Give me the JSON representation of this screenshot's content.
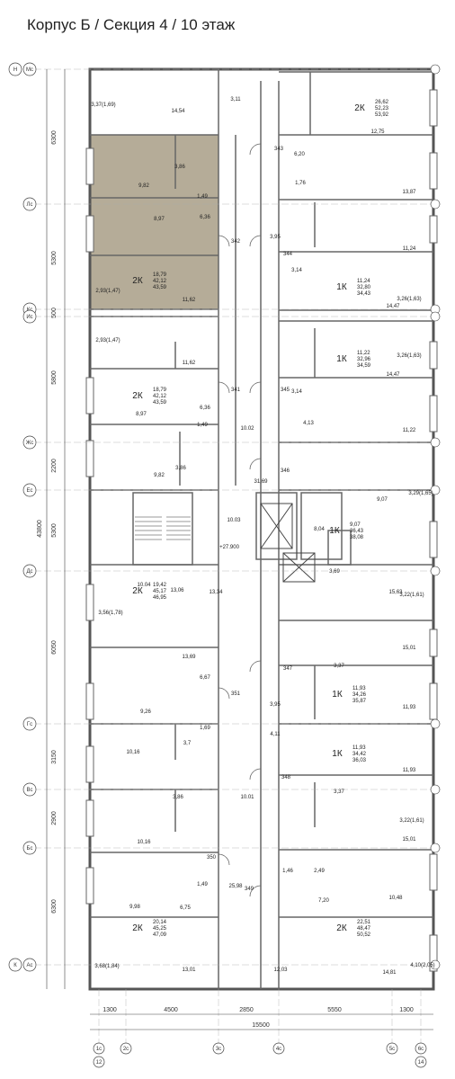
{
  "title": "Корпус Б / Секция 4 / 10 этаж",
  "colors": {
    "highlight": "#b5ac98",
    "walls": "#555555",
    "lines": "#888888",
    "background": "#ffffff"
  },
  "axes_rows": [
    {
      "id": "row-n",
      "left": "Н",
      "right": "Мс"
    },
    {
      "id": "row-l",
      "left": "",
      "right": "Лс"
    },
    {
      "id": "row-k",
      "left": "",
      "right": "Кс"
    },
    {
      "id": "row-i",
      "left": "",
      "right": "Ис"
    },
    {
      "id": "row-zh",
      "left": "",
      "right": "Жс"
    },
    {
      "id": "row-e",
      "left": "",
      "right": "Ес"
    },
    {
      "id": "row-d",
      "left": "",
      "right": "Дс"
    },
    {
      "id": "row-g",
      "left": "",
      "right": "Гс"
    },
    {
      "id": "row-v",
      "left": "",
      "right": "Вс"
    },
    {
      "id": "row-b",
      "left": "",
      "right": "Бс"
    },
    {
      "id": "row-a",
      "left": "К",
      "right": "Ас"
    }
  ],
  "axes_cols": [
    {
      "id": "c1",
      "top": "1с",
      "bottom": "12"
    },
    {
      "id": "c2",
      "top": "2с",
      "bottom": ""
    },
    {
      "id": "c3",
      "top": "3с",
      "bottom": ""
    },
    {
      "id": "c4",
      "top": "4с",
      "bottom": ""
    },
    {
      "id": "c5",
      "top": "5с",
      "bottom": ""
    },
    {
      "id": "c6",
      "top": "6с",
      "bottom": "14"
    }
  ],
  "dims_left": [
    "6300",
    "5300",
    "500",
    "5800",
    "2200",
    "5300",
    "6050",
    "3150",
    "2900",
    "6300"
  ],
  "dim_total": "43800",
  "dims_bottom": [
    "1300",
    "4500",
    "2850",
    "5550",
    "1300"
  ],
  "dim_bottom_total": "15500",
  "apartments": [
    {
      "id": "a1",
      "type": "2К",
      "areas": [
        "26,62",
        "52,23",
        "53,92"
      ]
    },
    {
      "id": "a2",
      "type": "1К",
      "areas": [
        "11,24",
        "32,80",
        "34,43"
      ]
    },
    {
      "id": "a3",
      "type": "2К",
      "areas": [
        "18,79",
        "42,12",
        "43,59"
      ]
    },
    {
      "id": "a4",
      "type": "1К",
      "areas": [
        "11,22",
        "32,96",
        "34,59"
      ]
    },
    {
      "id": "a5",
      "type": "2К",
      "areas": [
        "18,79",
        "42,12",
        "43,59"
      ]
    },
    {
      "id": "a6",
      "type": "1К",
      "areas": [
        "9,07",
        "36,43",
        "38,08"
      ]
    },
    {
      "id": "a7",
      "type": "2К",
      "areas": [
        "19,42",
        "45,17",
        "46,95"
      ]
    },
    {
      "id": "a8",
      "type": "1К",
      "areas": [
        "11,93",
        "34,26",
        "35,87"
      ]
    },
    {
      "id": "a9",
      "type": "1К",
      "areas": [
        "11,93",
        "34,42",
        "36,03"
      ]
    },
    {
      "id": "a10",
      "type": "2К",
      "areas": [
        "20,14",
        "45,25",
        "47,09"
      ]
    },
    {
      "id": "a11",
      "type": "2К",
      "areas": [
        "22,51",
        "48,47",
        "50,52"
      ]
    }
  ],
  "rooms": [
    "3,37(1,69)",
    "14,54",
    "3,11",
    "12,75",
    "13,87",
    "3,86",
    "9,82",
    "1,49",
    "6,36",
    "8,97",
    "342",
    "3,95",
    "343",
    "6,20",
    "1,76",
    "11,24",
    "344",
    "3,14",
    "2,93(1,47)",
    "11,62",
    "3,26(1,63)",
    "14,47",
    "2,93(1,47)",
    "11,62",
    "3,26(1,63)",
    "14,47",
    "341",
    "345",
    "3,14",
    "6,36",
    "8,97",
    "4,13",
    "11,22",
    "10.02",
    "1,49",
    "3,86",
    "9,82",
    "346",
    "31,69",
    "3,29(1,65)",
    "9,07",
    "10.03",
    "8,04",
    "+27.900",
    "3,69",
    "10.04",
    "13,06",
    "13,34",
    "15,63",
    "3,56(1,78)",
    "3,22(1,61)",
    "15,01",
    "13,69",
    "347",
    "3,37",
    "6,67",
    "351",
    "11,93",
    "9,26",
    "3,95",
    "1,69",
    "4,11",
    "3,7",
    "10,16",
    "11,93",
    "348",
    "3,37",
    "3,86",
    "10.01",
    "3,22(1,61)",
    "10,16",
    "15,01",
    "350",
    "1,46",
    "2,49",
    "25,98",
    "1,49",
    "349",
    "9,98",
    "6,75",
    "7,20",
    "10,48",
    "3,68(1,84)",
    "13,01",
    "12,03",
    "14,81",
    "4,10(2,05)"
  ]
}
